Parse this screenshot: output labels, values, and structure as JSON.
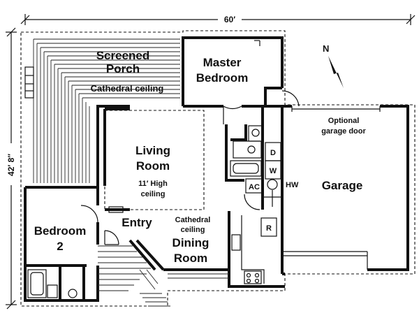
{
  "dimensions": {
    "width_label": "60′",
    "depth_label": "42′ 8″"
  },
  "compass": {
    "label": "N"
  },
  "rooms": {
    "screened_porch": [
      "Screened",
      "Porch"
    ],
    "cathedral_ceiling_porch": "Cathedral ceiling",
    "master_bedroom": [
      "Master",
      "Bedroom"
    ],
    "living_room": [
      "Living",
      "Room"
    ],
    "living_ceiling": [
      "11′ High",
      "ceiling"
    ],
    "entry": "Entry",
    "bedroom_2": [
      "Bedroom",
      "2"
    ],
    "dining_ceiling": [
      "Cathedral",
      "ceiling"
    ],
    "dining_room": [
      "Dining",
      "Room"
    ],
    "garage": "Garage",
    "garage_door": [
      "Optional",
      "garage door"
    ]
  },
  "appliances": {
    "dryer": "D",
    "washer": "W",
    "ac": "AC",
    "hot_water": "HW",
    "refrigerator": "R"
  }
}
